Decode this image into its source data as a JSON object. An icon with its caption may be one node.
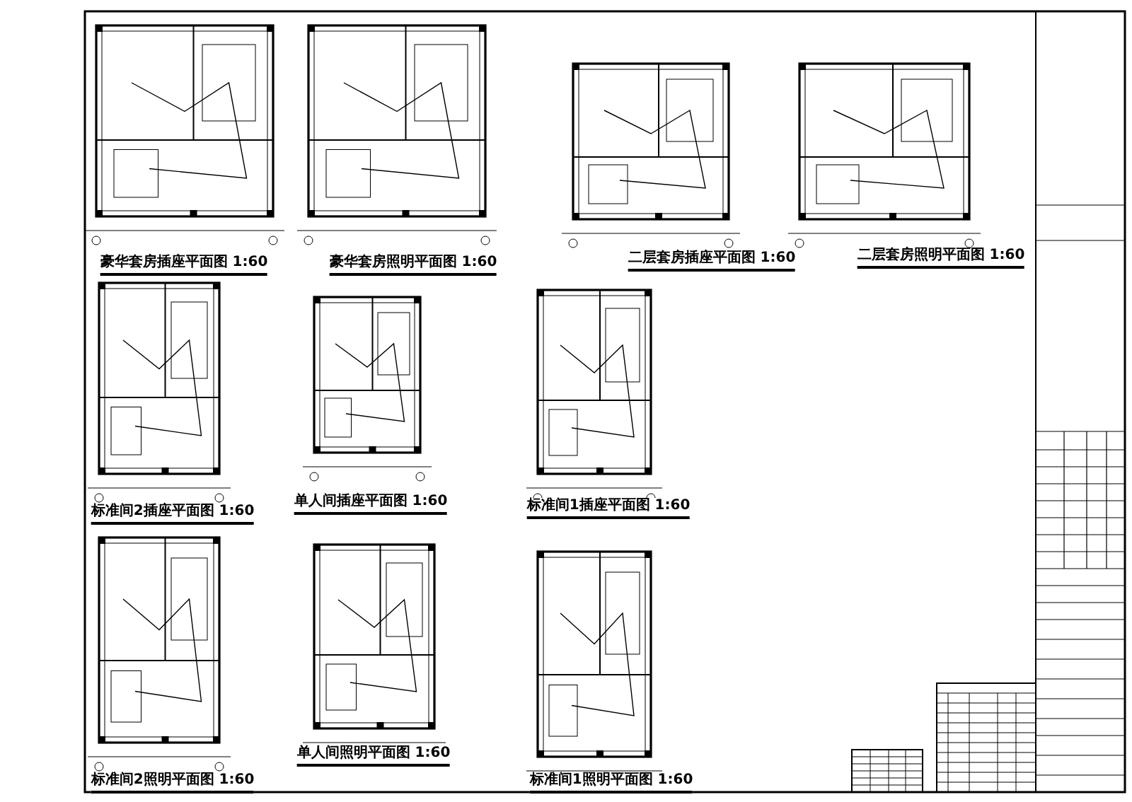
{
  "diagram": {
    "labels": [
      "豪华套房插座平面图 1:60",
      "豪华套房照明平面图 1:60",
      "二层套房插座平面图 1:60",
      "二层套房照明平面图 1:60",
      "标准间2插座平面图 1:60",
      "单人间插座平面图 1:60",
      "标准间1插座平面图 1:60",
      "标准间2照明平面图 1:60",
      "单人间照明平面图 1:60",
      "标准间1照明平面图 1:60"
    ]
  }
}
